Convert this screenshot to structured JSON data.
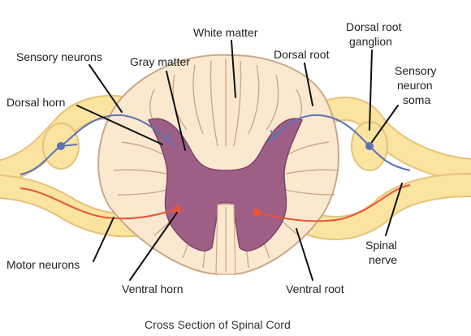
{
  "labels": {
    "white_matter": "White matter",
    "dorsal_root_ganglion_line1": "Dorsal root",
    "dorsal_root_ganglion_line2": "ganglion",
    "sensory_neurons": "Sensory neurons",
    "gray_matter": "Gray matter",
    "dorsal_root": "Dorsal root",
    "sensory_neuron_soma_line1": "Sensory",
    "sensory_neuron_soma_line2": "neuron",
    "sensory_neuron_soma_line3": "soma",
    "dorsal_horn": "Dorsal horn",
    "spinal_nerve_line1": "Spinal",
    "spinal_nerve_line2": "nerve",
    "motor_neurons": "Motor neurons",
    "ventral_horn": "Ventral horn",
    "ventral_root": "Ventral root"
  },
  "caption": "Cross Section of Spinal Cord",
  "colors": {
    "white_matter": "#fbe9cf",
    "white_matter_outline": "#c9a98a",
    "gray_matter": "#9e5f86",
    "nerve_root": "#fbe3a0",
    "nerve_root_outline": "#e7c27a",
    "sensory_neuron": "#5a74b8",
    "motor_neuron": "#e8543a"
  }
}
